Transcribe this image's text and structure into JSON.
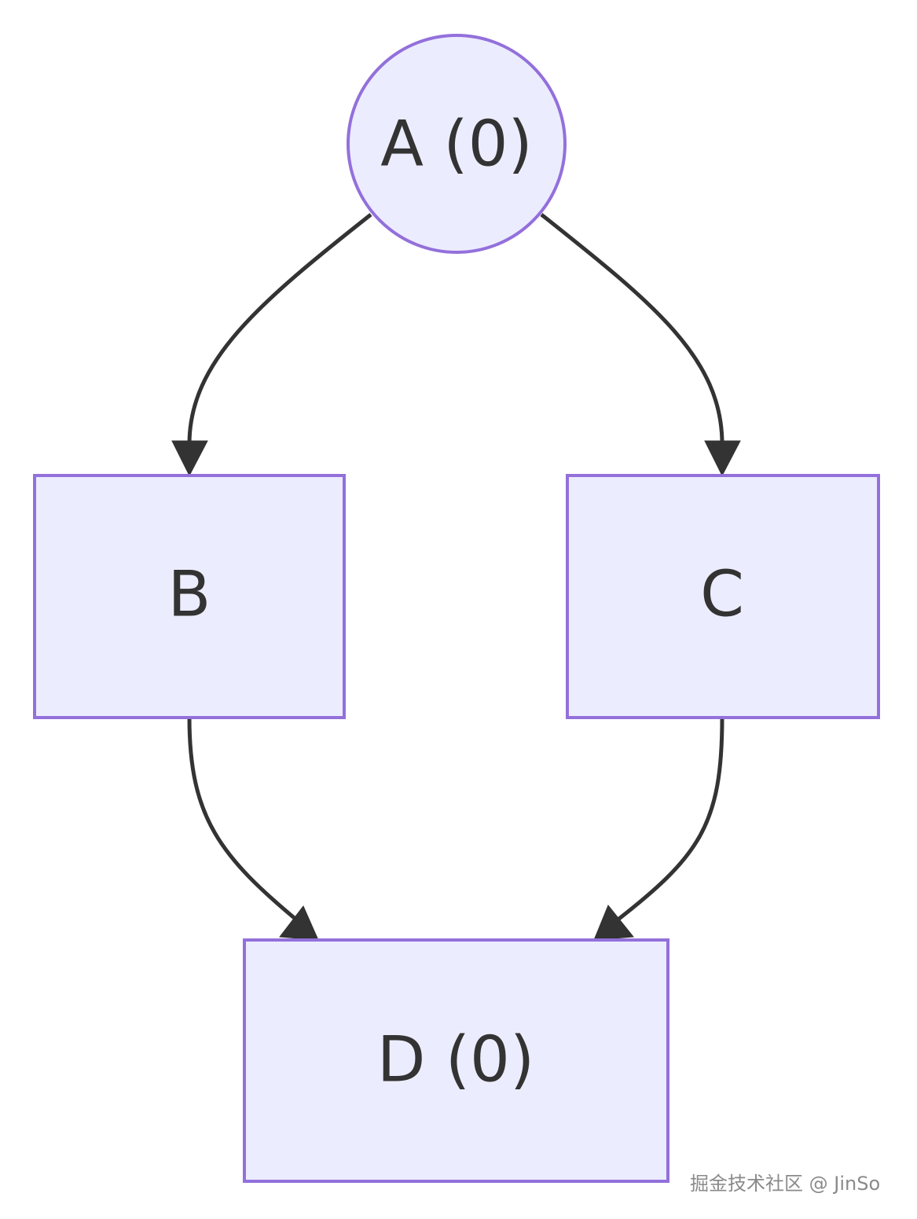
{
  "colors": {
    "node_fill": "#ECECFF",
    "node_stroke": "#9370DB",
    "edge": "#333333",
    "text": "#333333",
    "watermark": "#8a8a8a"
  },
  "nodes": {
    "a": {
      "label": "A (0)",
      "shape": "circle"
    },
    "b": {
      "label": "B",
      "shape": "rect"
    },
    "c": {
      "label": "C",
      "shape": "rect"
    },
    "d": {
      "label": "D (0)",
      "shape": "rect"
    }
  },
  "edges": [
    {
      "from": "A (0)",
      "to": "B"
    },
    {
      "from": "A (0)",
      "to": "C"
    },
    {
      "from": "B",
      "to": "D (0)"
    },
    {
      "from": "C",
      "to": "D (0)"
    }
  ],
  "watermark": {
    "text": "掘金技术社区 @ JinSo"
  }
}
